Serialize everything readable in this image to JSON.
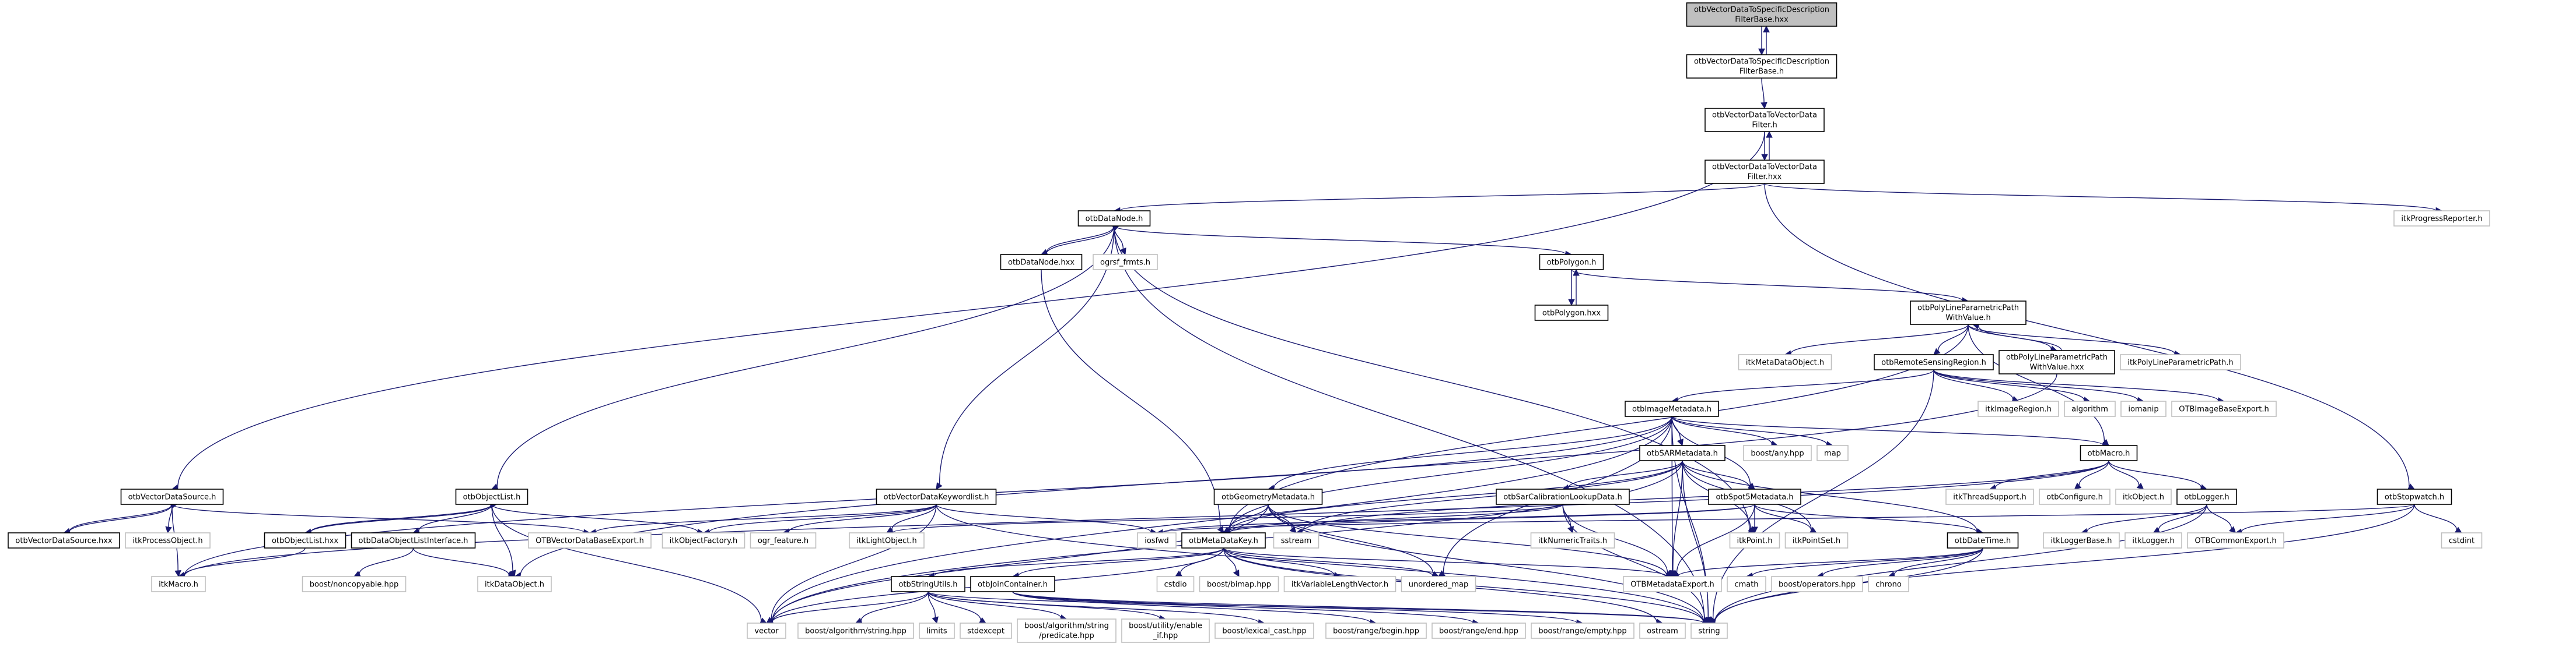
{
  "title": "otbVectorDataToSpecificDescriptionFilterBase.hxx include dependency graph",
  "colors": {
    "edge": "#191970",
    "root_fill": "#bfbfbf",
    "local_border": "#000000",
    "external_border": "#bfbfbf"
  },
  "nodes": [
    {
      "id": "root",
      "label": [
        "otbVectorDataToSpecificDescription",
        "FilterBase.hxx"
      ],
      "kind": "root"
    },
    {
      "id": "base_h",
      "label": [
        "otbVectorDataToSpecificDescription",
        "FilterBase.h"
      ],
      "kind": "local"
    },
    {
      "id": "v2v_h",
      "label": [
        "otbVectorDataToVectorData",
        "Filter.h"
      ],
      "kind": "local"
    },
    {
      "id": "v2v_hxx",
      "label": [
        "otbVectorDataToVectorData",
        "Filter.hxx"
      ],
      "kind": "local"
    },
    {
      "id": "progress",
      "label": [
        "itkProgressReporter.h"
      ],
      "kind": "ext"
    },
    {
      "id": "datanode_h",
      "label": [
        "otbDataNode.h"
      ],
      "kind": "local"
    },
    {
      "id": "datanode_hxx",
      "label": [
        "otbDataNode.hxx"
      ],
      "kind": "local"
    },
    {
      "id": "ogrsf",
      "label": [
        "ogrsf_frmts.h"
      ],
      "kind": "ext"
    },
    {
      "id": "polygon_h",
      "label": [
        "otbPolygon.h"
      ],
      "kind": "local"
    },
    {
      "id": "polygon_hxx",
      "label": [
        "otbPolygon.hxx"
      ],
      "kind": "local"
    },
    {
      "id": "plpp_h",
      "label": [
        "otbPolyLineParametricPath",
        "WithValue.h"
      ],
      "kind": "local"
    },
    {
      "id": "plpp_hxx",
      "label": [
        "otbPolyLineParametricPath",
        "WithValue.hxx"
      ],
      "kind": "local"
    },
    {
      "id": "itkplpp",
      "label": [
        "itkPolyLineParametricPath.h"
      ],
      "kind": "ext"
    },
    {
      "id": "itkmdo",
      "label": [
        "itkMetaDataObject.h"
      ],
      "kind": "ext"
    },
    {
      "id": "rsr",
      "label": [
        "otbRemoteSensingRegion.h"
      ],
      "kind": "local"
    },
    {
      "id": "itkimgreg",
      "label": [
        "itkImageRegion.h"
      ],
      "kind": "ext"
    },
    {
      "id": "algorithm",
      "label": [
        "algorithm"
      ],
      "kind": "ext"
    },
    {
      "id": "iomanip",
      "label": [
        "iomanip"
      ],
      "kind": "ext"
    },
    {
      "id": "otbimgexp",
      "label": [
        "OTBImageBaseExport.h"
      ],
      "kind": "ext"
    },
    {
      "id": "imgmeta",
      "label": [
        "otbImageMetadata.h"
      ],
      "kind": "local"
    },
    {
      "id": "boostany",
      "label": [
        "boost/any.hpp"
      ],
      "kind": "ext"
    },
    {
      "id": "map",
      "label": [
        "map"
      ],
      "kind": "ext"
    },
    {
      "id": "macro",
      "label": [
        "otbMacro.h"
      ],
      "kind": "local"
    },
    {
      "id": "sarmeta",
      "label": [
        "otbSARMetadata.h"
      ],
      "kind": "local"
    },
    {
      "id": "stopwatch",
      "label": [
        "otbStopwatch.h"
      ],
      "kind": "local"
    },
    {
      "id": "vds_h",
      "label": [
        "otbVectorDataSource.h"
      ],
      "kind": "local"
    },
    {
      "id": "vds_hxx",
      "label": [
        "otbVectorDataSource.hxx"
      ],
      "kind": "local"
    },
    {
      "id": "itkprocobj",
      "label": [
        "itkProcessObject.h"
      ],
      "kind": "ext"
    },
    {
      "id": "objlist_h",
      "label": [
        "otbObjectList.h"
      ],
      "kind": "local"
    },
    {
      "id": "objlist_hxx",
      "label": [
        "otbObjectList.hxx"
      ],
      "kind": "local"
    },
    {
      "id": "dolistif",
      "label": [
        "otbDataObjectListInterface.h"
      ],
      "kind": "local"
    },
    {
      "id": "vdbexp",
      "label": [
        "OTBVectorDataBaseExport.h"
      ],
      "kind": "ext"
    },
    {
      "id": "itkmacro",
      "label": [
        "itkMacro.h"
      ],
      "kind": "ext"
    },
    {
      "id": "noncopy",
      "label": [
        "boost/noncopyable.hpp"
      ],
      "kind": "ext"
    },
    {
      "id": "itkdataobj",
      "label": [
        "itkDataObject.h"
      ],
      "kind": "ext"
    },
    {
      "id": "vdkw",
      "label": [
        "otbVectorDataKeywordlist.h"
      ],
      "kind": "local"
    },
    {
      "id": "itkobjfac",
      "label": [
        "itkObjectFactory.h"
      ],
      "kind": "ext"
    },
    {
      "id": "ogrfeat",
      "label": [
        "ogr_feature.h"
      ],
      "kind": "ext"
    },
    {
      "id": "itklight",
      "label": [
        "itkLightObject.h"
      ],
      "kind": "ext"
    },
    {
      "id": "iosfwd",
      "label": [
        "iosfwd"
      ],
      "kind": "ext"
    },
    {
      "id": "geommeta",
      "label": [
        "otbGeometryMetadata.h"
      ],
      "kind": "local"
    },
    {
      "id": "sarcal",
      "label": [
        "otbSarCalibrationLookupData.h"
      ],
      "kind": "local"
    },
    {
      "id": "spot5",
      "label": [
        "otbSpot5Metadata.h"
      ],
      "kind": "local"
    },
    {
      "id": "mdkey",
      "label": [
        "otbMetaDataKey.h"
      ],
      "kind": "local"
    },
    {
      "id": "sstream",
      "label": [
        "sstream"
      ],
      "kind": "ext"
    },
    {
      "id": "itknum",
      "label": [
        "itkNumericTraits.h"
      ],
      "kind": "ext"
    },
    {
      "id": "itkpoint",
      "label": [
        "itkPoint.h"
      ],
      "kind": "ext"
    },
    {
      "id": "itkpointset",
      "label": [
        "itkPointSet.h"
      ],
      "kind": "ext"
    },
    {
      "id": "datetime",
      "label": [
        "otbDateTime.h"
      ],
      "kind": "local"
    },
    {
      "id": "itkthread",
      "label": [
        "itkThreadSupport.h"
      ],
      "kind": "ext"
    },
    {
      "id": "otbconf",
      "label": [
        "otbConfigure.h"
      ],
      "kind": "ext"
    },
    {
      "id": "itkobject",
      "label": [
        "itkObject.h"
      ],
      "kind": "ext"
    },
    {
      "id": "logger",
      "label": [
        "otbLogger.h"
      ],
      "kind": "local"
    },
    {
      "id": "itkloggerbase",
      "label": [
        "itkLoggerBase.h"
      ],
      "kind": "ext"
    },
    {
      "id": "itklogger",
      "label": [
        "itkLogger.h"
      ],
      "kind": "ext"
    },
    {
      "id": "otbcommonexp",
      "label": [
        "OTBCommonExport.h"
      ],
      "kind": "ext"
    },
    {
      "id": "cstdint",
      "label": [
        "cstdint"
      ],
      "kind": "ext"
    },
    {
      "id": "strutils",
      "label": [
        "otbStringUtils.h"
      ],
      "kind": "local"
    },
    {
      "id": "joincont",
      "label": [
        "otbJoinContainer.h"
      ],
      "kind": "local"
    },
    {
      "id": "cstdio",
      "label": [
        "cstdio"
      ],
      "kind": "ext"
    },
    {
      "id": "bimap",
      "label": [
        "boost/bimap.hpp"
      ],
      "kind": "ext"
    },
    {
      "id": "itkvlv",
      "label": [
        "itkVariableLengthVector.h"
      ],
      "kind": "ext"
    },
    {
      "id": "unmap",
      "label": [
        "unordered_map"
      ],
      "kind": "ext"
    },
    {
      "id": "otbmetaexp",
      "label": [
        "OTBMetadataExport.h"
      ],
      "kind": "ext"
    },
    {
      "id": "cmath",
      "label": [
        "cmath"
      ],
      "kind": "ext"
    },
    {
      "id": "boostops",
      "label": [
        "boost/operators.hpp"
      ],
      "kind": "ext"
    },
    {
      "id": "chrono",
      "label": [
        "chrono"
      ],
      "kind": "ext"
    },
    {
      "id": "vector",
      "label": [
        "vector"
      ],
      "kind": "ext"
    },
    {
      "id": "balgstr",
      "label": [
        "boost/algorithm/string.hpp"
      ],
      "kind": "ext"
    },
    {
      "id": "limits",
      "label": [
        "limits"
      ],
      "kind": "ext"
    },
    {
      "id": "stdexcept",
      "label": [
        "stdexcept"
      ],
      "kind": "ext"
    },
    {
      "id": "bpred",
      "label": [
        "boost/algorithm/string",
        "/predicate.hpp"
      ],
      "kind": "ext"
    },
    {
      "id": "benable",
      "label": [
        "boost/utility/enable",
        "_if.hpp"
      ],
      "kind": "ext"
    },
    {
      "id": "blexical",
      "label": [
        "boost/lexical_cast.hpp"
      ],
      "kind": "ext"
    },
    {
      "id": "bbegin",
      "label": [
        "boost/range/begin.hpp"
      ],
      "kind": "ext"
    },
    {
      "id": "bend",
      "label": [
        "boost/range/end.hpp"
      ],
      "kind": "ext"
    },
    {
      "id": "bempty",
      "label": [
        "boost/range/empty.hpp"
      ],
      "kind": "ext"
    },
    {
      "id": "ostream",
      "label": [
        "ostream"
      ],
      "kind": "ext"
    },
    {
      "id": "string",
      "label": [
        "string"
      ],
      "kind": "ext"
    }
  ],
  "edges": [
    [
      "root",
      "base_h"
    ],
    [
      "base_h",
      "root"
    ],
    [
      "base_h",
      "v2v_h"
    ],
    [
      "v2v_h",
      "v2v_hxx"
    ],
    [
      "v2v_hxx",
      "v2v_h"
    ],
    [
      "v2v_h",
      "vds_h"
    ],
    [
      "v2v_hxx",
      "datanode_h"
    ],
    [
      "v2v_hxx",
      "progress"
    ],
    [
      "v2v_hxx",
      "stopwatch"
    ],
    [
      "datanode_h",
      "datanode_hxx"
    ],
    [
      "datanode_hxx",
      "datanode_h"
    ],
    [
      "datanode_h",
      "ogrsf"
    ],
    [
      "datanode_h",
      "polygon_h"
    ],
    [
      "datanode_h",
      "objlist_h"
    ],
    [
      "datanode_h",
      "vdkw"
    ],
    [
      "datanode_h",
      "string"
    ],
    [
      "datanode_h",
      "itkpoint"
    ],
    [
      "datanode_hxx",
      "mdkey"
    ],
    [
      "polygon_h",
      "polygon_hxx"
    ],
    [
      "polygon_hxx",
      "polygon_h"
    ],
    [
      "polygon_h",
      "plpp_h"
    ],
    [
      "plpp_h",
      "plpp_hxx"
    ],
    [
      "plpp_hxx",
      "plpp_h"
    ],
    [
      "plpp_h",
      "itkplpp"
    ],
    [
      "plpp_h",
      "itkmdo"
    ],
    [
      "plpp_h",
      "rsr"
    ],
    [
      "plpp_h",
      "macro"
    ],
    [
      "plpp_h",
      "mdkey"
    ],
    [
      "plpp_hxx",
      "itkdataobj"
    ],
    [
      "rsr",
      "itkimgreg"
    ],
    [
      "rsr",
      "algorithm"
    ],
    [
      "rsr",
      "iomanip"
    ],
    [
      "rsr",
      "otbimgexp"
    ],
    [
      "rsr",
      "imgmeta"
    ],
    [
      "rsr",
      "string"
    ],
    [
      "imgmeta",
      "boostany"
    ],
    [
      "imgmeta",
      "map"
    ],
    [
      "imgmeta",
      "macro"
    ],
    [
      "imgmeta",
      "sarmeta"
    ],
    [
      "imgmeta",
      "geommeta"
    ],
    [
      "imgmeta",
      "mdkey"
    ],
    [
      "imgmeta",
      "spot5"
    ],
    [
      "imgmeta",
      "otbmetaexp"
    ],
    [
      "imgmeta",
      "string"
    ],
    [
      "imgmeta",
      "vector"
    ],
    [
      "imgmeta",
      "unmap"
    ],
    [
      "imgmeta",
      "itkmacro"
    ],
    [
      "sarmeta",
      "sarcal"
    ],
    [
      "sarmeta",
      "spot5"
    ],
    [
      "sarmeta",
      "mdkey"
    ],
    [
      "sarmeta",
      "itkpoint"
    ],
    [
      "sarmeta",
      "itkpointset"
    ],
    [
      "sarmeta",
      "datetime"
    ],
    [
      "sarmeta",
      "otbmetaexp"
    ],
    [
      "sarmeta",
      "string"
    ],
    [
      "sarmeta",
      "vector"
    ],
    [
      "sarmeta",
      "sstream"
    ],
    [
      "sarcal",
      "itknum"
    ],
    [
      "sarcal",
      "mdkey"
    ],
    [
      "sarcal",
      "otbmetaexp"
    ],
    [
      "sarcal",
      "string"
    ],
    [
      "sarcal",
      "itklight"
    ],
    [
      "spot5",
      "itkpoint"
    ],
    [
      "spot5",
      "itkpointset"
    ],
    [
      "spot5",
      "datetime"
    ],
    [
      "spot5",
      "otbmetaexp"
    ],
    [
      "spot5",
      "mdkey"
    ],
    [
      "spot5",
      "iosfwd"
    ],
    [
      "geommeta",
      "mdkey"
    ],
    [
      "geommeta",
      "sstream"
    ],
    [
      "geommeta",
      "unmap"
    ],
    [
      "geommeta",
      "otbmetaexp"
    ],
    [
      "geommeta",
      "string"
    ],
    [
      "geommeta",
      "vector"
    ],
    [
      "macro",
      "itkthread"
    ],
    [
      "macro",
      "otbconf"
    ],
    [
      "macro",
      "itkobject"
    ],
    [
      "macro",
      "logger"
    ],
    [
      "macro",
      "itkmacro"
    ],
    [
      "macro",
      "sstream"
    ],
    [
      "logger",
      "itkloggerbase"
    ],
    [
      "logger",
      "itklogger"
    ],
    [
      "logger",
      "otbcommonexp"
    ],
    [
      "logger",
      "string"
    ],
    [
      "stopwatch",
      "otbcommonexp"
    ],
    [
      "stopwatch",
      "cstdint"
    ],
    [
      "stopwatch",
      "string"
    ],
    [
      "stopwatch",
      "iosfwd"
    ],
    [
      "vds_h",
      "vds_hxx"
    ],
    [
      "vds_hxx",
      "vds_h"
    ],
    [
      "vds_h",
      "itkprocobj"
    ],
    [
      "vds_h",
      "itkmacro"
    ],
    [
      "vds_h",
      "vdbexp"
    ],
    [
      "objlist_h",
      "objlist_hxx"
    ],
    [
      "objlist_hxx",
      "objlist_h"
    ],
    [
      "objlist_h",
      "dolistif"
    ],
    [
      "objlist_h",
      "itkdataobj"
    ],
    [
      "objlist_h",
      "itkobjfac"
    ],
    [
      "objlist_h",
      "vector"
    ],
    [
      "objlist_hxx",
      "itkmacro"
    ],
    [
      "dolistif",
      "noncopy"
    ],
    [
      "dolistif",
      "itkdataobj"
    ],
    [
      "vdkw",
      "itkobjfac"
    ],
    [
      "vdkw",
      "ogrfeat"
    ],
    [
      "vdkw",
      "itklight"
    ],
    [
      "vdkw",
      "vdbexp"
    ],
    [
      "vdkw",
      "vector"
    ],
    [
      "vdkw",
      "string"
    ],
    [
      "vdkw",
      "iosfwd"
    ],
    [
      "mdkey",
      "cstdio"
    ],
    [
      "mdkey",
      "bimap"
    ],
    [
      "mdkey",
      "itkvlv"
    ],
    [
      "mdkey",
      "unmap"
    ],
    [
      "mdkey",
      "otbmetaexp"
    ],
    [
      "mdkey",
      "string"
    ],
    [
      "mdkey",
      "strutils"
    ],
    [
      "mdkey",
      "joincont"
    ],
    [
      "mdkey",
      "vector"
    ],
    [
      "mdkey",
      "ostream"
    ],
    [
      "datetime",
      "cmath"
    ],
    [
      "datetime",
      "boostops"
    ],
    [
      "datetime",
      "chrono"
    ],
    [
      "datetime",
      "otbmetaexp"
    ],
    [
      "datetime",
      "string"
    ],
    [
      "strutils",
      "vector"
    ],
    [
      "strutils",
      "balgstr"
    ],
    [
      "strutils",
      "limits"
    ],
    [
      "strutils",
      "stdexcept"
    ],
    [
      "strutils",
      "bpred"
    ],
    [
      "strutils",
      "benable"
    ],
    [
      "strutils",
      "blexical"
    ],
    [
      "strutils",
      "string"
    ],
    [
      "joincont",
      "bbegin"
    ],
    [
      "joincont",
      "bend"
    ],
    [
      "joincont",
      "bempty"
    ],
    [
      "joincont",
      "string"
    ]
  ]
}
